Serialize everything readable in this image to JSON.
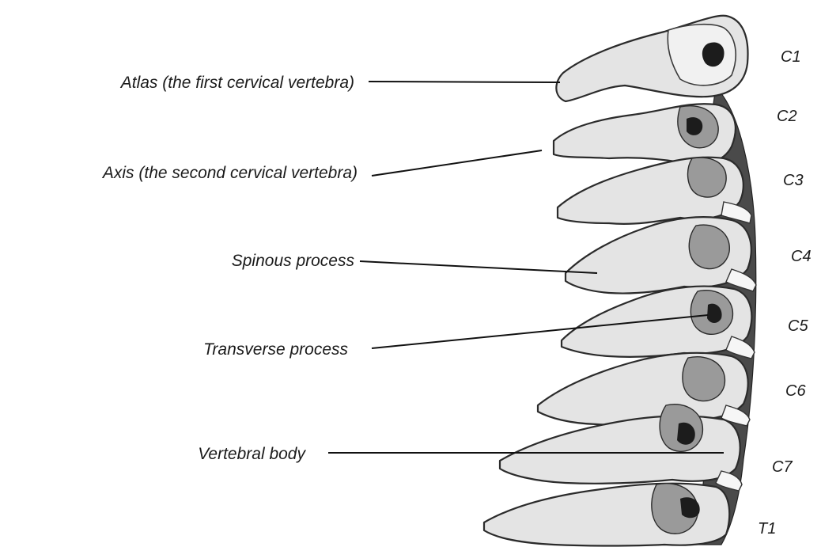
{
  "labels": {
    "atlas": "Atlas (the first cervical vertebra)",
    "axis": "Axis (the second cervical vertebra)",
    "spinous": "Spinous process",
    "transverse": "Transverse process",
    "body": "Vertebral body"
  },
  "levels": [
    "C1",
    "C2",
    "C3",
    "C4",
    "C5",
    "C6",
    "C7",
    "T1"
  ],
  "colors": {
    "ink": "#1a1a1a",
    "bone_fill": "#e4e4e4",
    "bone_shadow": "#4a4a4a"
  }
}
